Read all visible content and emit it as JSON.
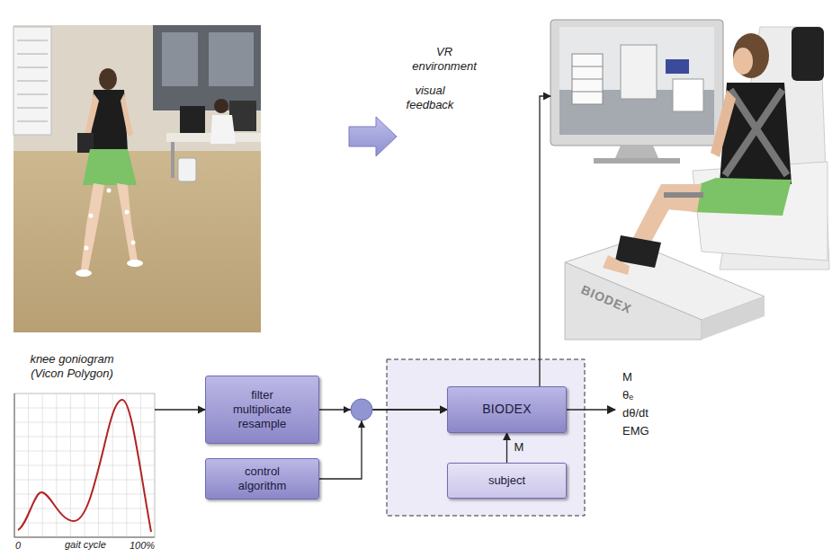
{
  "diagram": {
    "nodes": [
      {
        "text": [
          "VR environment"
        ]
      },
      {
        "text": [
          "knee goniogram (Vicon Polygon)"
        ]
      },
      {
        "text": [
          "filter multiplicate resample"
        ]
      },
      {
        "text": [
          "control algorithm"
        ]
      },
      {
        "text": [
          "BIODEX"
        ]
      },
      {
        "text": [
          "subject"
        ]
      }
    ],
    "edges": [
      {
        "from": 1,
        "to": 2,
        "arrow": "to"
      },
      {
        "from": 2,
        "to": 4,
        "arrow": "to"
      },
      {
        "from": 3,
        "to": 4,
        "arrow": "to"
      },
      {
        "from": 5,
        "to": 4,
        "label": "M",
        "arrow": "to"
      },
      {
        "from": 4,
        "to": 0,
        "label": "visual feedback",
        "arrow": "to"
      }
    ],
    "labels": [
      "0",
      "gait cycle",
      "100%",
      "M",
      "θₑ",
      "dθ/dt",
      "EMG",
      "BIODEX"
    ]
  }
}
